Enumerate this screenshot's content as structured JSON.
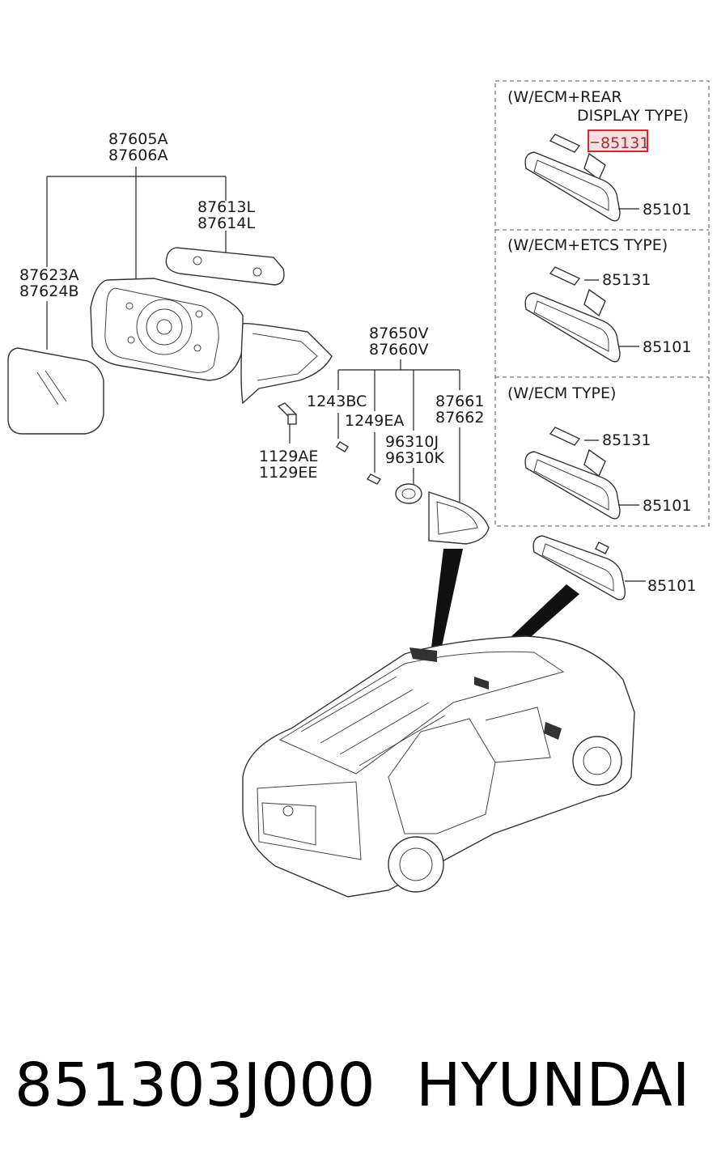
{
  "labels": {
    "mirror_assy": [
      "87605A",
      "87606A"
    ],
    "cover": [
      "87613L",
      "87614L"
    ],
    "glass": [
      "87623A",
      "87624B"
    ],
    "screw_body": [
      "1129AE",
      "1129EE"
    ],
    "housing_group": [
      "87650V",
      "87660V"
    ],
    "bolt_1243": "1243BC",
    "bolt_1249": "1249EA",
    "sensor": [
      "96310J",
      "96310K"
    ],
    "cover_87661": [
      "87661",
      "87662"
    ],
    "inner_mirror_main": "85101"
  },
  "variants": [
    {
      "title_lines": [
        "(W/ECM+REAR",
        "DISPLAY TYPE)"
      ],
      "bracket": "85131",
      "mirror": "85101",
      "highlighted": true
    },
    {
      "title_lines": [
        "(W/ECM+ETCS TYPE)"
      ],
      "bracket": "85131",
      "mirror": "85101",
      "highlighted": false
    },
    {
      "title_lines": [
        "(W/ECM TYPE)"
      ],
      "bracket": "85131",
      "mirror": "85101",
      "highlighted": false
    }
  ],
  "highlight_color": "#d9262f",
  "footer": {
    "part_number": "851303J000",
    "brand": "HYUNDAI"
  }
}
